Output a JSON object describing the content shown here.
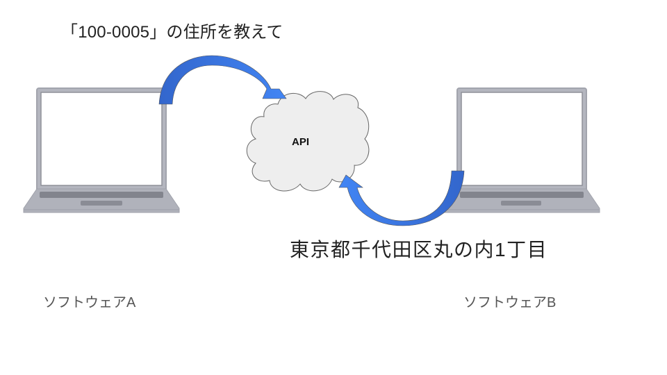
{
  "request": {
    "text": "「100-0005」の住所を教えて"
  },
  "response": {
    "text": "東京都千代田区丸の内1丁目"
  },
  "api": {
    "label": "API"
  },
  "software_a": {
    "label": "ソフトウェアA"
  },
  "software_b": {
    "label": "ソフトウェアB"
  },
  "colors": {
    "arrow_dark": "#3366cc",
    "arrow_light": "#4285f4",
    "laptop_body": "#a9abb5",
    "laptop_frame": "#b8bac3",
    "cloud_fill": "#eeeeee",
    "cloud_stroke": "#666666",
    "text_main": "#222222",
    "text_label": "#555555"
  }
}
